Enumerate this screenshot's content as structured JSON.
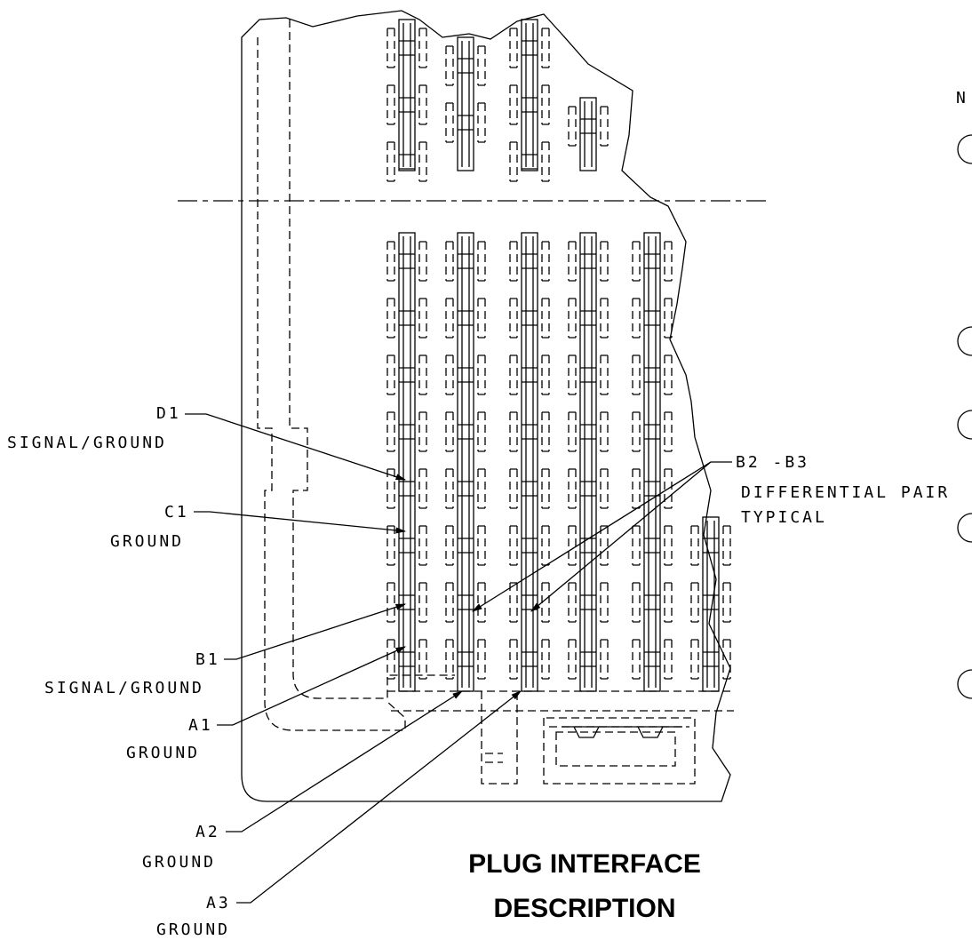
{
  "title": {
    "line1": "PLUG INTERFACE",
    "line2": "DESCRIPTION"
  },
  "callouts": [
    {
      "id": "d1",
      "name": "D1",
      "desc": "SIGNAL/GROUND"
    },
    {
      "id": "c1",
      "name": "C1",
      "desc": "GROUND"
    },
    {
      "id": "b1",
      "name": "B1",
      "desc": "SIGNAL/GROUND"
    },
    {
      "id": "a1",
      "name": "A1",
      "desc": "GROUND"
    },
    {
      "id": "a2",
      "name": "A2",
      "desc": "GROUND"
    },
    {
      "id": "a3",
      "name": "A3",
      "desc": "GROUND"
    }
  ],
  "differential": {
    "name": "B2 -B3",
    "line1": "DIFFERENTIAL PAIR",
    "line2": "TYPICAL"
  },
  "notes_fragment": "N"
}
